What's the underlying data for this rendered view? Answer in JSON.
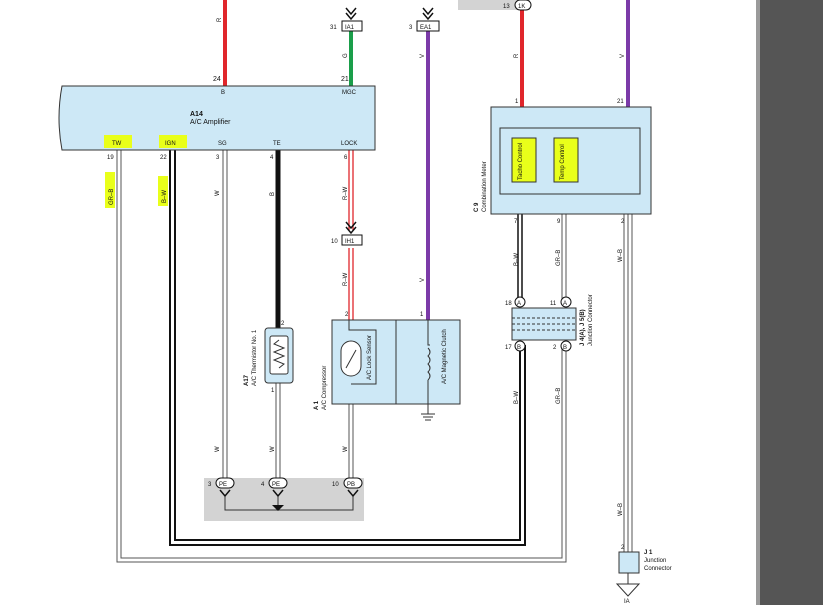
{
  "colors": {
    "red": "#e0262b",
    "green": "#1a9e4a",
    "violet": "#7b3aa8",
    "black": "#111111",
    "box": "#cde8f6",
    "highlight": "#e9ff1a",
    "gray": "#d3d3d3",
    "border": "#555555",
    "pane": "#555555"
  },
  "amp": {
    "ref": "A14",
    "name": "A/C Amplifier",
    "pins": {
      "b": "B",
      "b_num": "24",
      "mgc": "MGC",
      "mgc_num": "21",
      "tw": "TW",
      "tw_num": "19",
      "ign": "IGN",
      "ign_num": "22",
      "sg": "SG",
      "sg_num": "3",
      "te": "TE",
      "te_num": "4",
      "lock": "LOCK",
      "lock_num": "6"
    }
  },
  "wires": {
    "r1": "R",
    "g": "G",
    "v1": "V",
    "v2": "V",
    "r2": "R",
    "v3": "V",
    "grb": "GR–B",
    "bw": "B–W",
    "w1": "W",
    "b1": "B",
    "rw1": "R–W",
    "rw2": "R–W",
    "v4": "V",
    "bw2": "B–W",
    "grb2": "GR–B",
    "wb": "W–B",
    "bw3": "B–W",
    "grb3": "GR–B",
    "w2": "W",
    "w3": "W",
    "w4": "W",
    "wb2": "W–B"
  },
  "connectors": {
    "ia1": "IA1",
    "ia1_num": "31",
    "ea1": "EA1",
    "ea1_num": "3",
    "k1": "1K",
    "k1_num": "13",
    "ih1": "IH1",
    "ih1_num": "10",
    "pe1": "PE",
    "pe1_num": "3",
    "pe2": "PE",
    "pe2_num": "4",
    "pb": "PB",
    "pb_num": "10"
  },
  "meter": {
    "ref": "C 9",
    "name": "Combination Meter",
    "tacho": "Tacho Control",
    "temp": "Temp Control",
    "pin1": "1",
    "pin21": "21",
    "pin7": "7",
    "pin9": "9",
    "pin2": "2"
  },
  "therm": {
    "ref": "A17",
    "name": "A/C Thermistor No. 1",
    "pin2": "2",
    "pin1": "1"
  },
  "comp": {
    "ref": "A 1",
    "name": "A/C Compressor",
    "sensor": "A/C Lock Sensor",
    "clutch": "A/C Magnetic Clutch",
    "pin2": "2",
    "pin1": "1"
  },
  "junction": {
    "ref": "J 4(A), J 5(B)",
    "name": "Junction Connector",
    "a": "A",
    "b": "B",
    "p18": "18",
    "p11": "11",
    "p17": "17",
    "p2": "2"
  },
  "j1": {
    "ref": "J 1",
    "name": "Junction Connector",
    "pin": "2",
    "ground": "IA"
  }
}
